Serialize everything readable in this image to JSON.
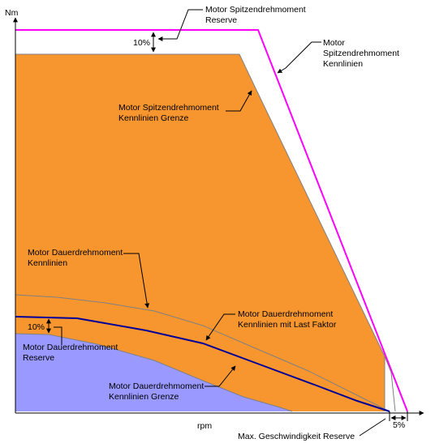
{
  "axes": {
    "y_label": "Nm",
    "x_label": "rpm"
  },
  "labels": {
    "peak_reserve": [
      "Motor Spitzendrehmoment",
      "Reserve"
    ],
    "peak_curve": [
      "Motor",
      "Spitzendrehmoment",
      "Kennlinien"
    ],
    "peak_limit": [
      "Motor  Spitzendrehmoment",
      "Kennlinien Grenze"
    ],
    "cont_curve": [
      "Motor Dauerdrehmoment",
      "Kennlinien"
    ],
    "cont_load": [
      "Motor Dauerdrehmoment",
      "Kennlinien mit Last Faktor"
    ],
    "cont_reserve": [
      "Motor Dauerdrehmoment",
      "Reserve"
    ],
    "cont_limit": [
      "Motor Dauerdrehmoment",
      "Kennlinien Grenze"
    ],
    "max_speed_reserve": "Max. Geschwindigkeit Reserve",
    "peak_percent": "10%",
    "cont_percent": "10%",
    "speed_percent": "5%"
  },
  "colors": {
    "orange": "#f7962f",
    "blue": "#9999ff",
    "magenta": "#ff00ff",
    "navy": "#000099",
    "gray": "#808080"
  }
}
